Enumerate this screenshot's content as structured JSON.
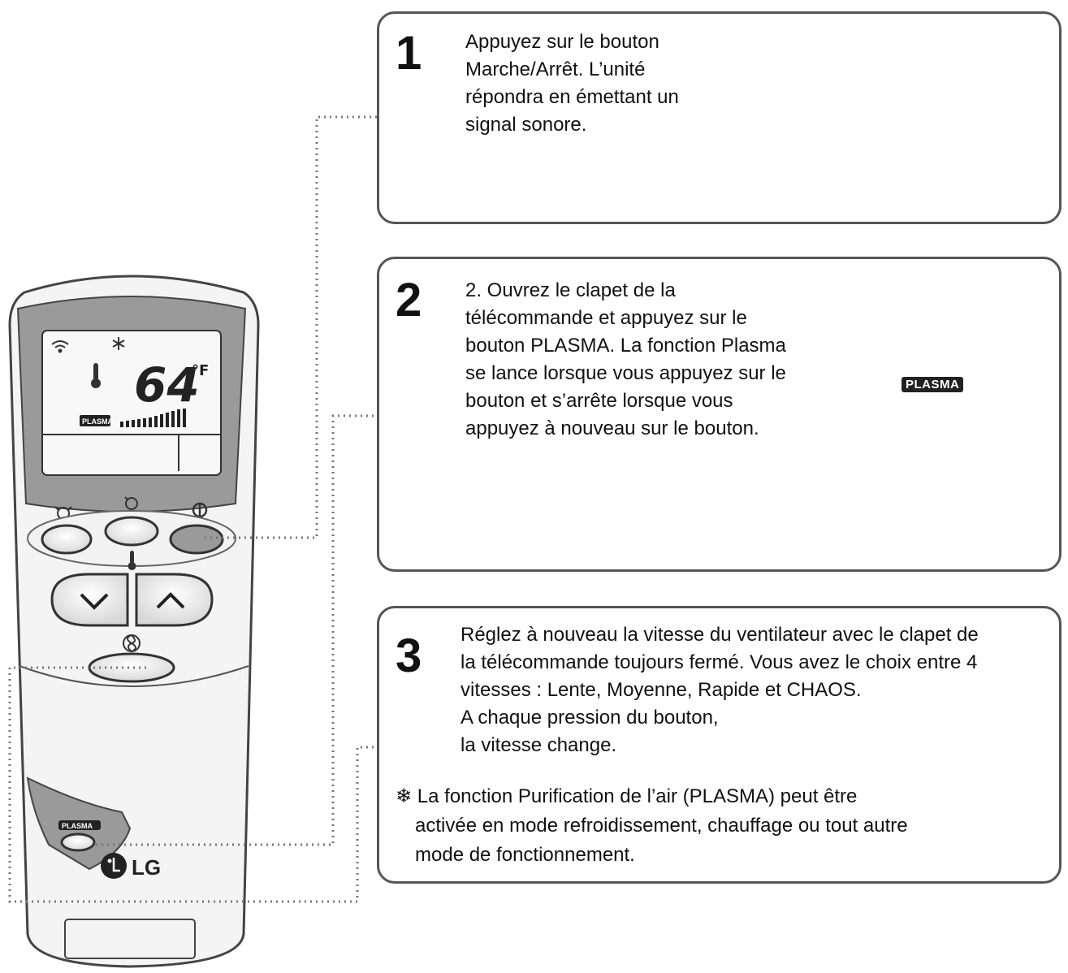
{
  "steps": [
    {
      "number": "1",
      "text": "Appuyez sur le bouton\nMarche/Arrêt. L’unité\nrépondra en émettant un\nsignal sonore."
    },
    {
      "number": "2",
      "text": "2. Ouvrez le clapet de la\ntélécommande et appuyez sur le\nbouton PLASMA. La fonction Plasma\nse lance lorsque vous appuyez sur le\nbouton et s’arrête lorsque vous\nappuyez à nouveau sur le bouton."
    },
    {
      "number": "3",
      "text": "Réglez à nouveau la vitesse du ventilateur avec le clapet de\nla télécommande toujours fermé. Vous avez le choix entre 4\nvitesses : Lente, Moyenne, Rapide et CHAOS.\nA chaque pression du bouton,\nla vitesse change."
    }
  ],
  "note": {
    "symbol": "❄",
    "line1": "La fonction Purification de l’air (PLASMA) peut être",
    "line2": "activée en mode refroidissement, chauffage ou tout autre",
    "line3": "mode de fonctionnement."
  },
  "remote": {
    "temperature": "64",
    "unit": "°F",
    "plasma_label": "PLASMA",
    "brand": "LG"
  },
  "plasma_button_label": "PLASMA",
  "icons": [
    "power-icon",
    "fan-icon",
    "snowflake-icon",
    "thermometer-icon",
    "wifi-icon",
    "hand-icon",
    "lg-logo"
  ],
  "colors": {
    "button_grey": "#9a9a9a",
    "remote_body": "#f4f4f4",
    "outline": "#444444"
  }
}
